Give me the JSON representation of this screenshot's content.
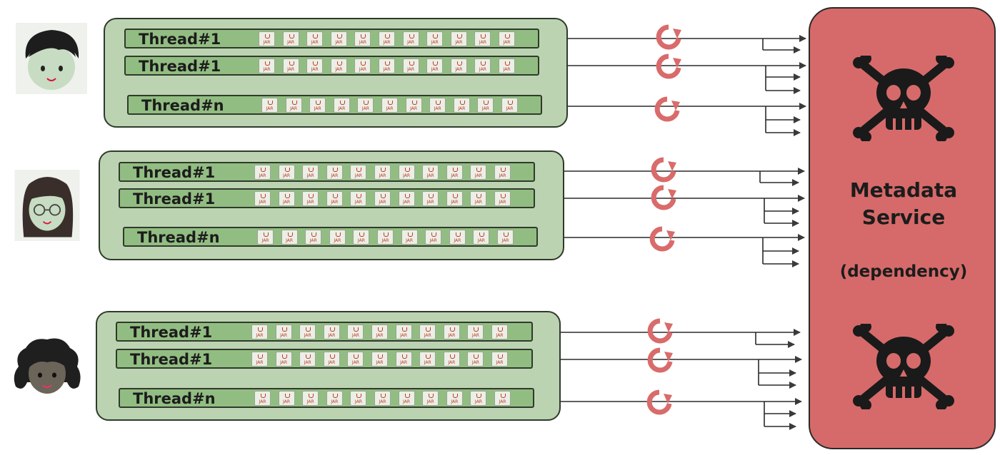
{
  "service": {
    "title_line1": "Metadata",
    "title_line2": "Service",
    "subtitle": "(dependency)",
    "color": "#d66a6a"
  },
  "jar_icon_text": "JAR",
  "colors": {
    "group_fill": "#bcd3b2",
    "thread_fill": "#92bd82",
    "retry": "#d96b6b",
    "line": "#2a2a2a"
  },
  "groups": [
    {
      "avatar": "boy-avatar-icon",
      "threads": [
        {
          "label": "Thread#1"
        },
        {
          "label": "Thread#1"
        },
        {
          "label": "Thread#n"
        }
      ]
    },
    {
      "avatar": "girl-with-glasses-avatar-icon",
      "threads": [
        {
          "label": "Thread#1"
        },
        {
          "label": "Thread#1"
        },
        {
          "label": "Thread#n"
        }
      ]
    },
    {
      "avatar": "curly-hair-avatar-icon",
      "threads": [
        {
          "label": "Thread#1"
        },
        {
          "label": "Thread#1"
        },
        {
          "label": "Thread#n"
        }
      ]
    }
  ],
  "icons": [
    "retry-icon",
    "skull-crossbones-icon",
    "jar-file-icon"
  ]
}
